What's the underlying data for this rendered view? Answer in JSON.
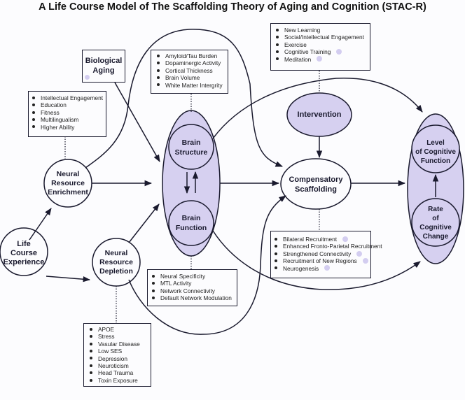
{
  "title": "A Life Course Model of The Scaffolding Theory of Aging and Cognition (STAC-R)",
  "colors": {
    "node_fill": "#d6d0f0",
    "line": "#1a1a2e",
    "marker_dot": "#d3cdf0",
    "background": "#fcfcfe"
  },
  "nodes": {
    "life_course": [
      "Life",
      "Course",
      "Experience"
    ],
    "enrichment": [
      "Neural",
      "Resource",
      "Enrichment"
    ],
    "depletion": [
      "Neural",
      "Resource",
      "Depletion"
    ],
    "biological_aging": [
      "Biological",
      "Aging"
    ],
    "brain_structure": [
      "Brain",
      "Structure"
    ],
    "brain_function": [
      "Brain",
      "Function"
    ],
    "intervention": "Intervention",
    "compensatory": [
      "Compensatory",
      "Scaffolding"
    ],
    "level_cognitive": [
      "Level",
      "of Cognitive",
      "Function"
    ],
    "rate_cognitive": [
      "Rate",
      "of",
      "Cognitive",
      "Change"
    ]
  },
  "boxes": {
    "enrichment_factors": [
      {
        "text": "Intellectual Engagement"
      },
      {
        "text": "Education"
      },
      {
        "text": "Fitness"
      },
      {
        "text": "Multilingualism"
      },
      {
        "text": "Higher Ability"
      }
    ],
    "structure_factors": [
      {
        "text": "Amyloid/Tau Burden"
      },
      {
        "text": "Dopaminergic Activity"
      },
      {
        "text": "Cortical Thickness"
      },
      {
        "text": "Brain Volume"
      },
      {
        "text": "White Matter Intergrity"
      }
    ],
    "intervention_factors": [
      {
        "text": "New Learning",
        "dot": false
      },
      {
        "text": "Social/Intellectual Engagement",
        "dot": false
      },
      {
        "text": "Exercise",
        "dot": false
      },
      {
        "text": "Cognitive Training",
        "dot": true
      },
      {
        "text": "Meditation",
        "dot": true
      }
    ],
    "scaffolding_factors": [
      {
        "text": "Bilateral Recruitment",
        "dot": true
      },
      {
        "text": "Enhanced Fronto-Parietal Recruitment",
        "dot": false
      },
      {
        "text": "Strengthened Connectivity",
        "dot": true
      },
      {
        "text": "Recruitment of New Regions",
        "dot": true
      },
      {
        "text": "Neurogenesis",
        "dot": true
      }
    ],
    "function_factors": [
      {
        "text": "Neural Specificity"
      },
      {
        "text": "MTL Activity"
      },
      {
        "text": "Network Connectivity"
      },
      {
        "text": "Default Network Modulation"
      }
    ],
    "depletion_factors": [
      {
        "text": "APOE"
      },
      {
        "text": "Stress"
      },
      {
        "text": "Vasular Disease"
      },
      {
        "text": "Low SES"
      },
      {
        "text": "Depression"
      },
      {
        "text": "Neuroticism"
      },
      {
        "text": "Head Trauma"
      },
      {
        "text": "Toxin Exposure"
      }
    ]
  }
}
